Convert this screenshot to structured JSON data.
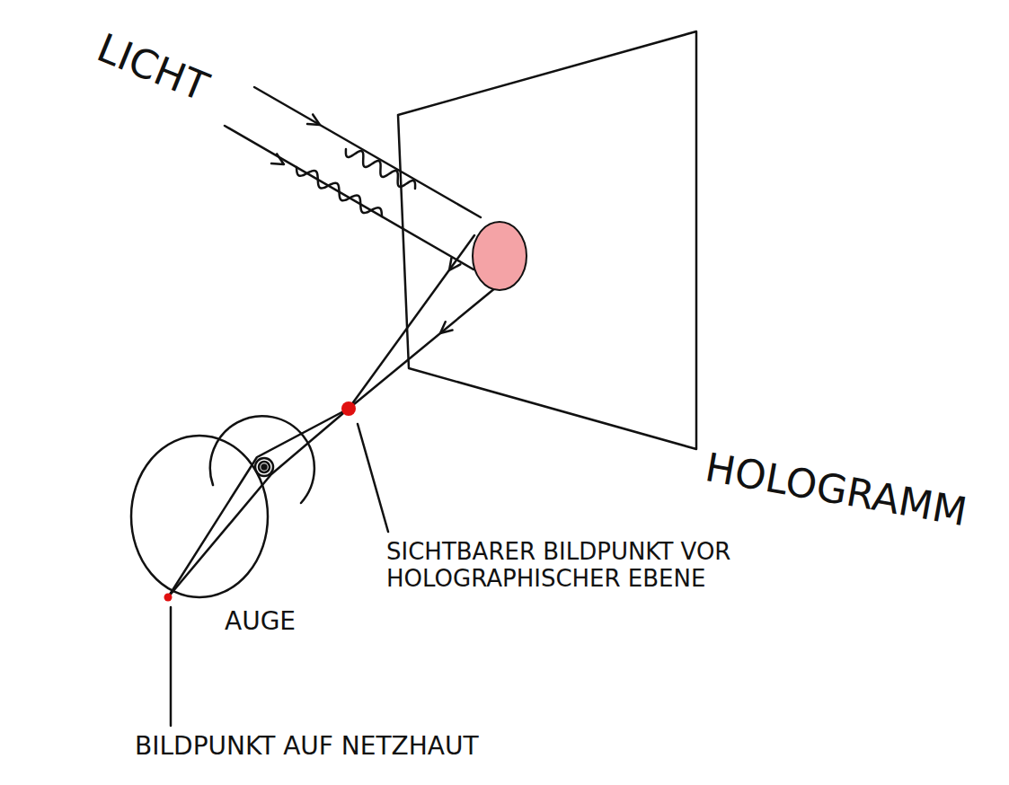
{
  "diagram": {
    "labels": [
      "LICHT",
      "HOLOGRAMM",
      "SICHTBARER BILDPUNKT VOR HOLOGRAPHISCHER EBENE",
      "AUGE",
      "BILDPUNKT AUF NETZHAUT"
    ]
  }
}
